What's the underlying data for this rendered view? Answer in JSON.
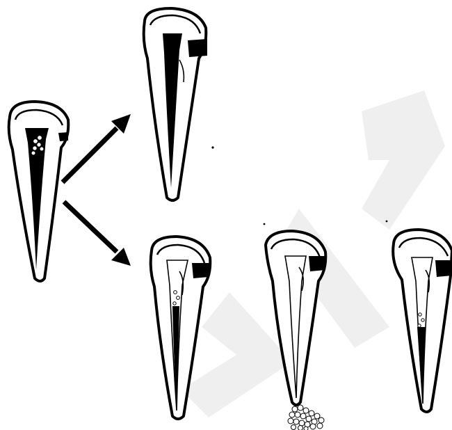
{
  "figure": {
    "watermark_text": "БГМУ",
    "colors": {
      "ink": "#000000",
      "background": "#ffffff",
      "watermark": "#efefef"
    },
    "icons": [
      "tooth-with-carious-lesion",
      "arrow-up-right",
      "arrow-down-right",
      "tooth-pulp-necrosis",
      "tooth-partial-pulpitis",
      "tooth-periapical-lesion",
      "tooth-partial-necrosis"
    ]
  }
}
